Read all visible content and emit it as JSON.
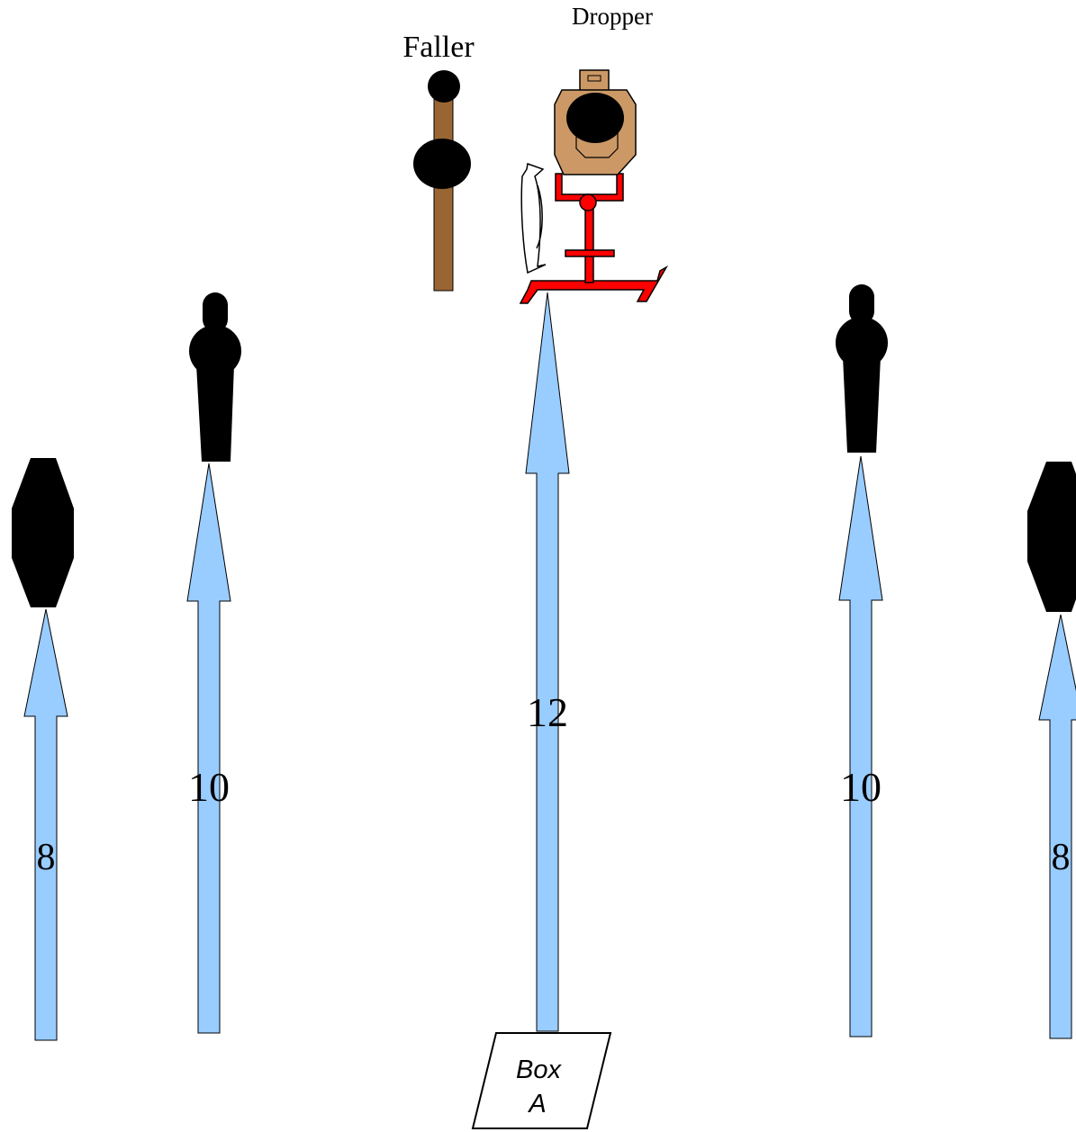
{
  "labels": {
    "dropper": "Dropper",
    "faller": "Faller",
    "box_line1": "Box",
    "box_line2": "A"
  },
  "distances": {
    "left_outer": "8",
    "left_inner": "10",
    "center": "12",
    "right_inner": "10",
    "right_outer": "8"
  },
  "colors": {
    "arrow_fill": "#99ccff",
    "target": "#000000",
    "faller_pole": "#996633",
    "dropper_body": "#cc9966",
    "dropper_stand": "#ff0000"
  },
  "icons": {
    "center_target": "dropper-steel-target",
    "faller_target": "faller-pole-target",
    "inner_targets": "popper-target",
    "outer_targets": "octagon-plate-target",
    "rotation": "rotation-arrow"
  }
}
